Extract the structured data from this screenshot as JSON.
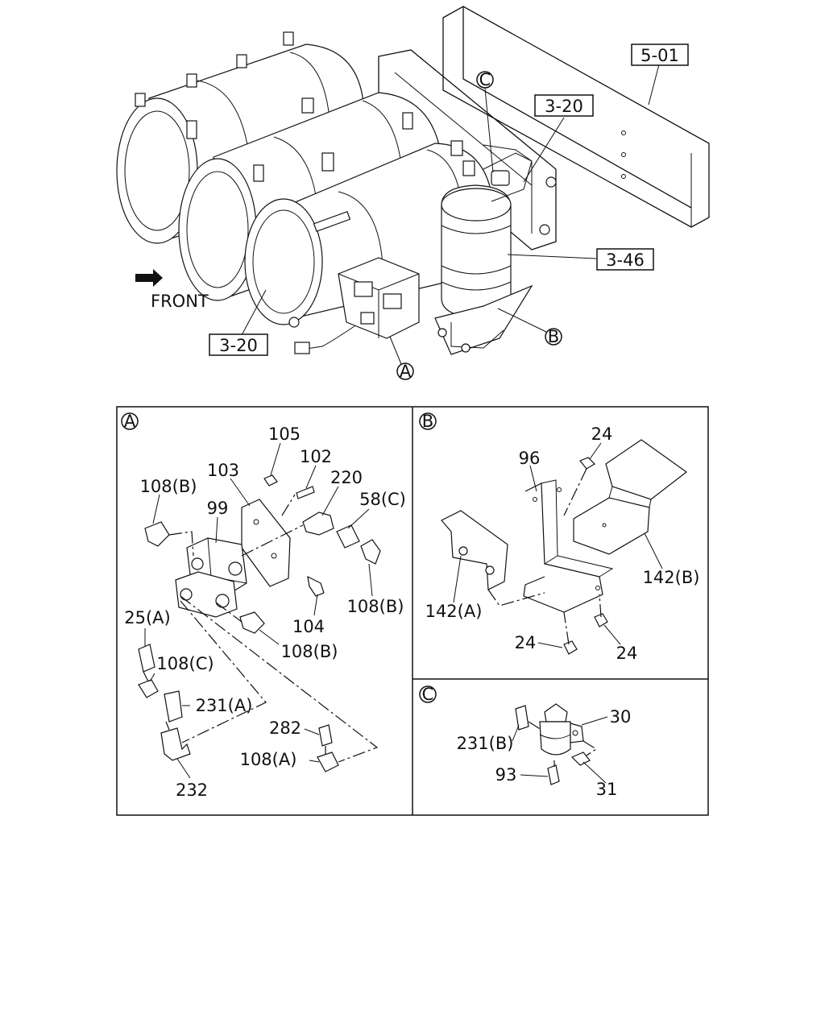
{
  "overview": {
    "ref_frame": "5-01",
    "ref_tank_upper": "3-20",
    "ref_dryer": "3-46",
    "ref_tank_lower": "3-20",
    "front_label": "FRONT",
    "callout_a": "A",
    "callout_b": "B",
    "callout_c": "C"
  },
  "panel_a": {
    "marker": "A",
    "labels": {
      "p105": "105",
      "p102": "102",
      "p103": "103",
      "p220": "220",
      "p108b_1": "108(B)",
      "p58c": "58(C)",
      "p99": "99",
      "p108b_2": "108(B)",
      "p104": "104",
      "p25a": "25(A)",
      "p108b_3": "108(B)",
      "p108c": "108(C)",
      "p231a": "231(A)",
      "p282": "282",
      "p108a": "108(A)",
      "p232": "232"
    }
  },
  "panel_b": {
    "marker": "B",
    "labels": {
      "p24_top": "24",
      "p96": "96",
      "p142b": "142(B)",
      "p142a": "142(A)",
      "p24_left": "24",
      "p24_right": "24"
    }
  },
  "panel_c": {
    "marker": "C",
    "labels": {
      "p30": "30",
      "p231b": "231(B)",
      "p93": "93",
      "p31": "31"
    }
  }
}
